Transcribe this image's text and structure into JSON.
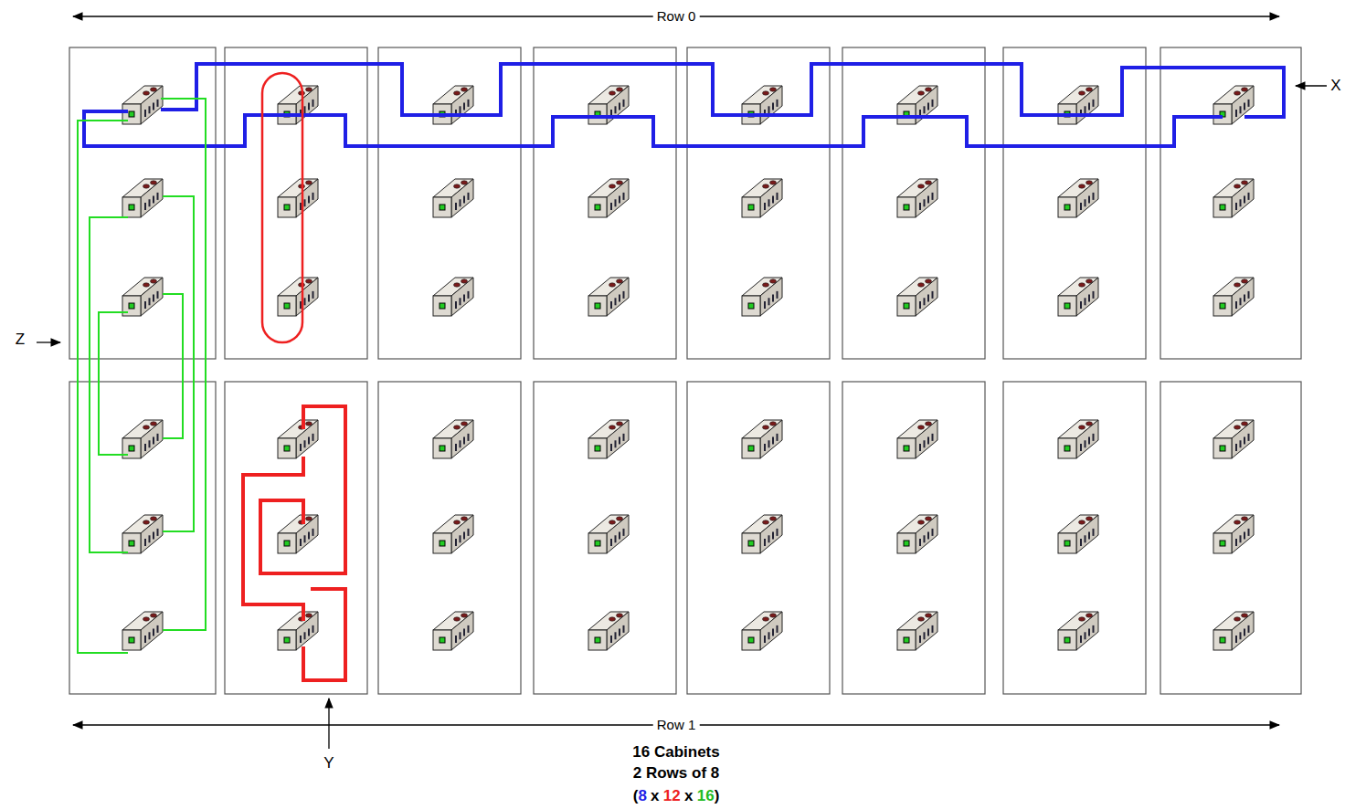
{
  "diagram": {
    "labels": [
      "Row 0",
      "Row 1",
      "X",
      "Y",
      "Z",
      "16 Cabinets",
      "2 Rows of 8",
      "(",
      "8",
      "x",
      "12",
      "x",
      "16",
      ")"
    ]
  }
}
